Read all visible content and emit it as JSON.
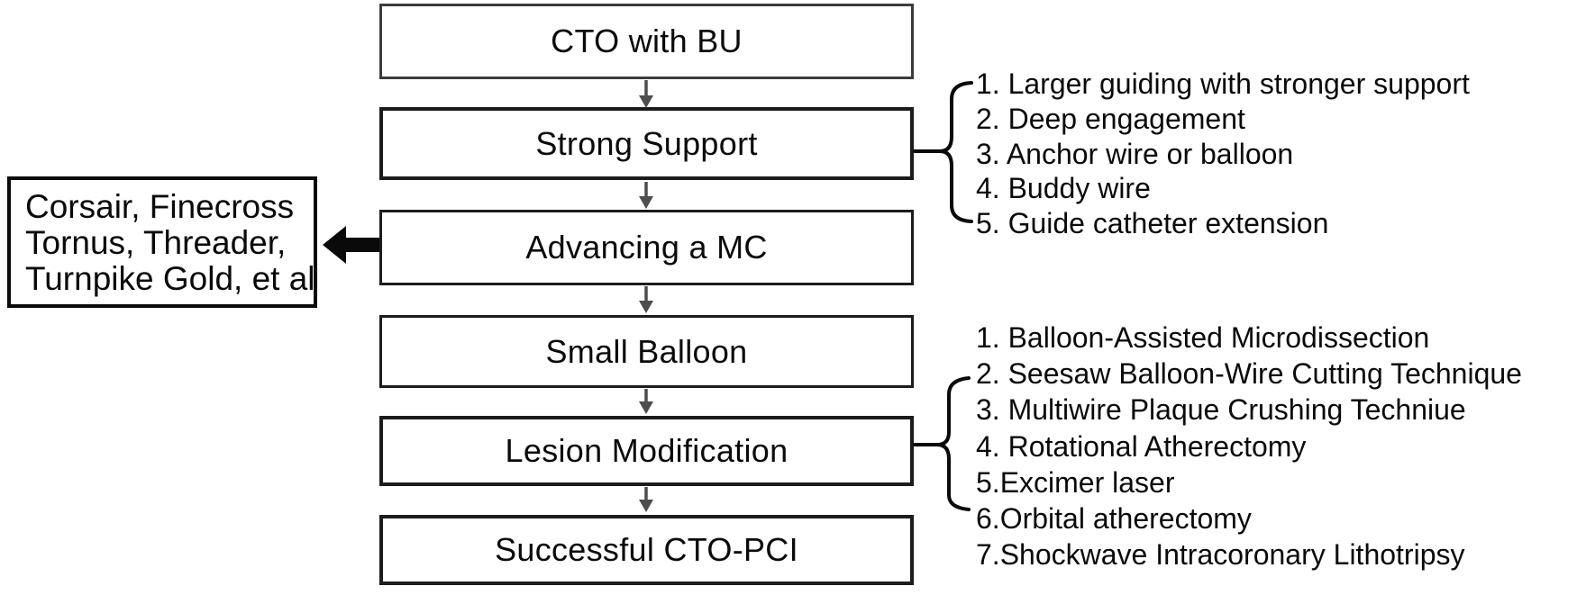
{
  "flow_boxes": [
    "CTO with BU",
    "Strong Support",
    "Advancing a MC",
    "Small Balloon",
    "Lesion Modification",
    "Successful CTO-PCI"
  ],
  "microcatheter_examples": {
    "lines": [
      "Corsair, Finecross",
      "Tornus, Threader,",
      "Turnpike Gold, et al"
    ]
  },
  "strong_support_options": {
    "items": [
      "1. Larger guiding with stronger support",
      "2. Deep engagement",
      "3. Anchor wire or balloon",
      "4. Buddy wire",
      "5. Guide catheter extension"
    ]
  },
  "lesion_modification_options": {
    "items": [
      "1. Balloon-Assisted Microdissection",
      "2. Seesaw Balloon-Wire Cutting Technique",
      "3. Multiwire Plaque Crushing Techniue",
      "4. Rotational Atherectomy",
      "5.Excimer laser",
      "6.Orbital atherectomy",
      "7.Shockwave Intracoronary Lithotripsy"
    ]
  },
  "colors": {
    "background": "#ffffff",
    "box_border": "#1c1c1c",
    "top_box_border": "#3c3c3c",
    "flow_arrow_gray": "#4d4d4d",
    "thick_arrow_black": "#0a0a0a",
    "text": "#0a0a0a"
  }
}
